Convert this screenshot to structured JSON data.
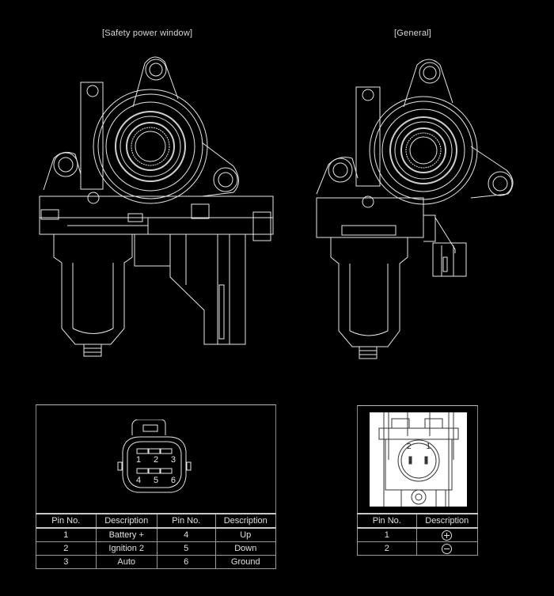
{
  "titles": {
    "safety": "[Safety power window]",
    "general": "[General]"
  },
  "safety_connector": {
    "pins_top": [
      "1",
      "2",
      "3"
    ],
    "pins_bottom": [
      "4",
      "5",
      "6"
    ],
    "table": {
      "headers": [
        "Pin No.",
        "Description",
        "Pin No.",
        "Description"
      ],
      "rows": [
        [
          "1",
          "Battery +",
          "4",
          "Up"
        ],
        [
          "2",
          "Ignition 2",
          "5",
          "Down"
        ],
        [
          "3",
          "Auto",
          "6",
          "Ground"
        ]
      ]
    }
  },
  "general_connector": {
    "pin_labels": [
      "2",
      "1"
    ],
    "table": {
      "headers": [
        "Pin No.",
        "Description"
      ],
      "rows": [
        [
          "1",
          "plus-symbol"
        ],
        [
          "2",
          "minus-symbol"
        ]
      ]
    }
  },
  "colors": {
    "background": "#000000",
    "line": "#e6e6e6",
    "photo_bg": "#ffffff"
  }
}
